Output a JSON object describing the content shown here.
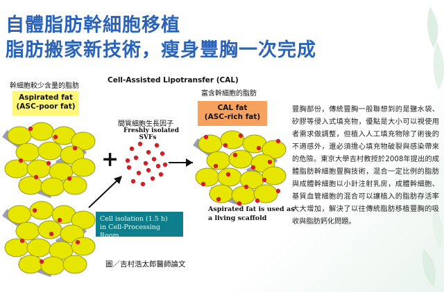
{
  "title_line1": "自體脂肪幹細胞移植",
  "title_line2": "脂肪搬家新技術，瘦身豐胸一次完成",
  "diagram": {
    "cal_heading": "Cell-Assisted Lipotransfer (CAL)",
    "left_caption": "幹細胞較少含量的脂肪",
    "aspirated_box_line1": "Aspirated fat",
    "aspirated_box_line2": "(ASC-poor fat)",
    "mid_caption": "間質細胞生長因子",
    "svf_line1": "Freshly isolated",
    "svf_line2": "SVFs",
    "right_caption": "富含幹細胞的脂肪",
    "cal_box_line1": "CAL fat",
    "cal_box_line2": "(ASC-rich fat)",
    "scaffold_line1": "Aspirated fat is used as",
    "scaffold_line2": "a living scaffold",
    "isolation_line1": "Cell isolation (1.5 h)",
    "isolation_line2": "in Cell-Processing Room",
    "plus_sign": "+",
    "credit": "圖／吉村浩太郎醫師論文"
  },
  "paragraph": "豐胸部份，傳統豐胸一般聯想到的是鹽水袋、矽膠等侵入式填充物，優點是大小可以視使用者需求做調整，但植入人工填充物除了術後的不適感外，還必須擔心填充物破裂與感染帶來的危險。東京大學吉村教授於2008年提出的成體脂肪幹細胞豐胸技術，混合一定比例的脂肪與成體幹細胞以小針注射乳房，成體幹細胞、基質血管細胞的混合可以讓植入的脂肪存活率大大增加，解決了以往傳統脂肪移植豐胸的吸收與脂肪鈣化問題。",
  "colors": {
    "title": "#2a63b8",
    "fat_cell": "#e7e600",
    "fat_outline": "#9a9a1a",
    "stem_cell": "#d21f26",
    "aspirated_box": "#fff77a",
    "cal_box": "#f7a15f",
    "isolation_box": "#0d7f8c"
  },
  "icons": [
    "plus-icon",
    "arrow-right-icon",
    "arrow-diagonal-icon",
    "fat-cell-cluster"
  ]
}
